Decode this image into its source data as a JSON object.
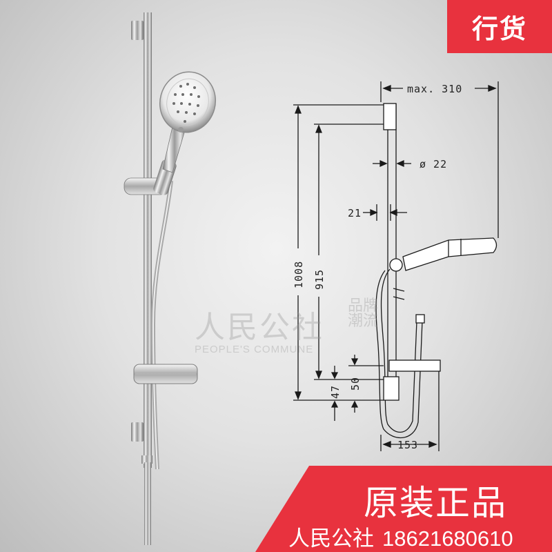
{
  "badge": {
    "label": "行货"
  },
  "banner": {
    "title": "原装正品",
    "brand": "人民公社",
    "phone": "18621680610"
  },
  "watermark": {
    "main": "人民公社",
    "sub": "PEOPLE'S COMMUNE",
    "side": "品牌潮流"
  },
  "diagram": {
    "labels": {
      "max_width": "max. 310",
      "diameter": "ø 22",
      "offset": "21",
      "total_height": "1008",
      "rail_height": "915",
      "bottom_gap_1": "47",
      "bottom_gap_2": "50",
      "base_width": "153"
    }
  },
  "colors": {
    "accent": "#e8323e",
    "line": "#1a1a1a"
  }
}
